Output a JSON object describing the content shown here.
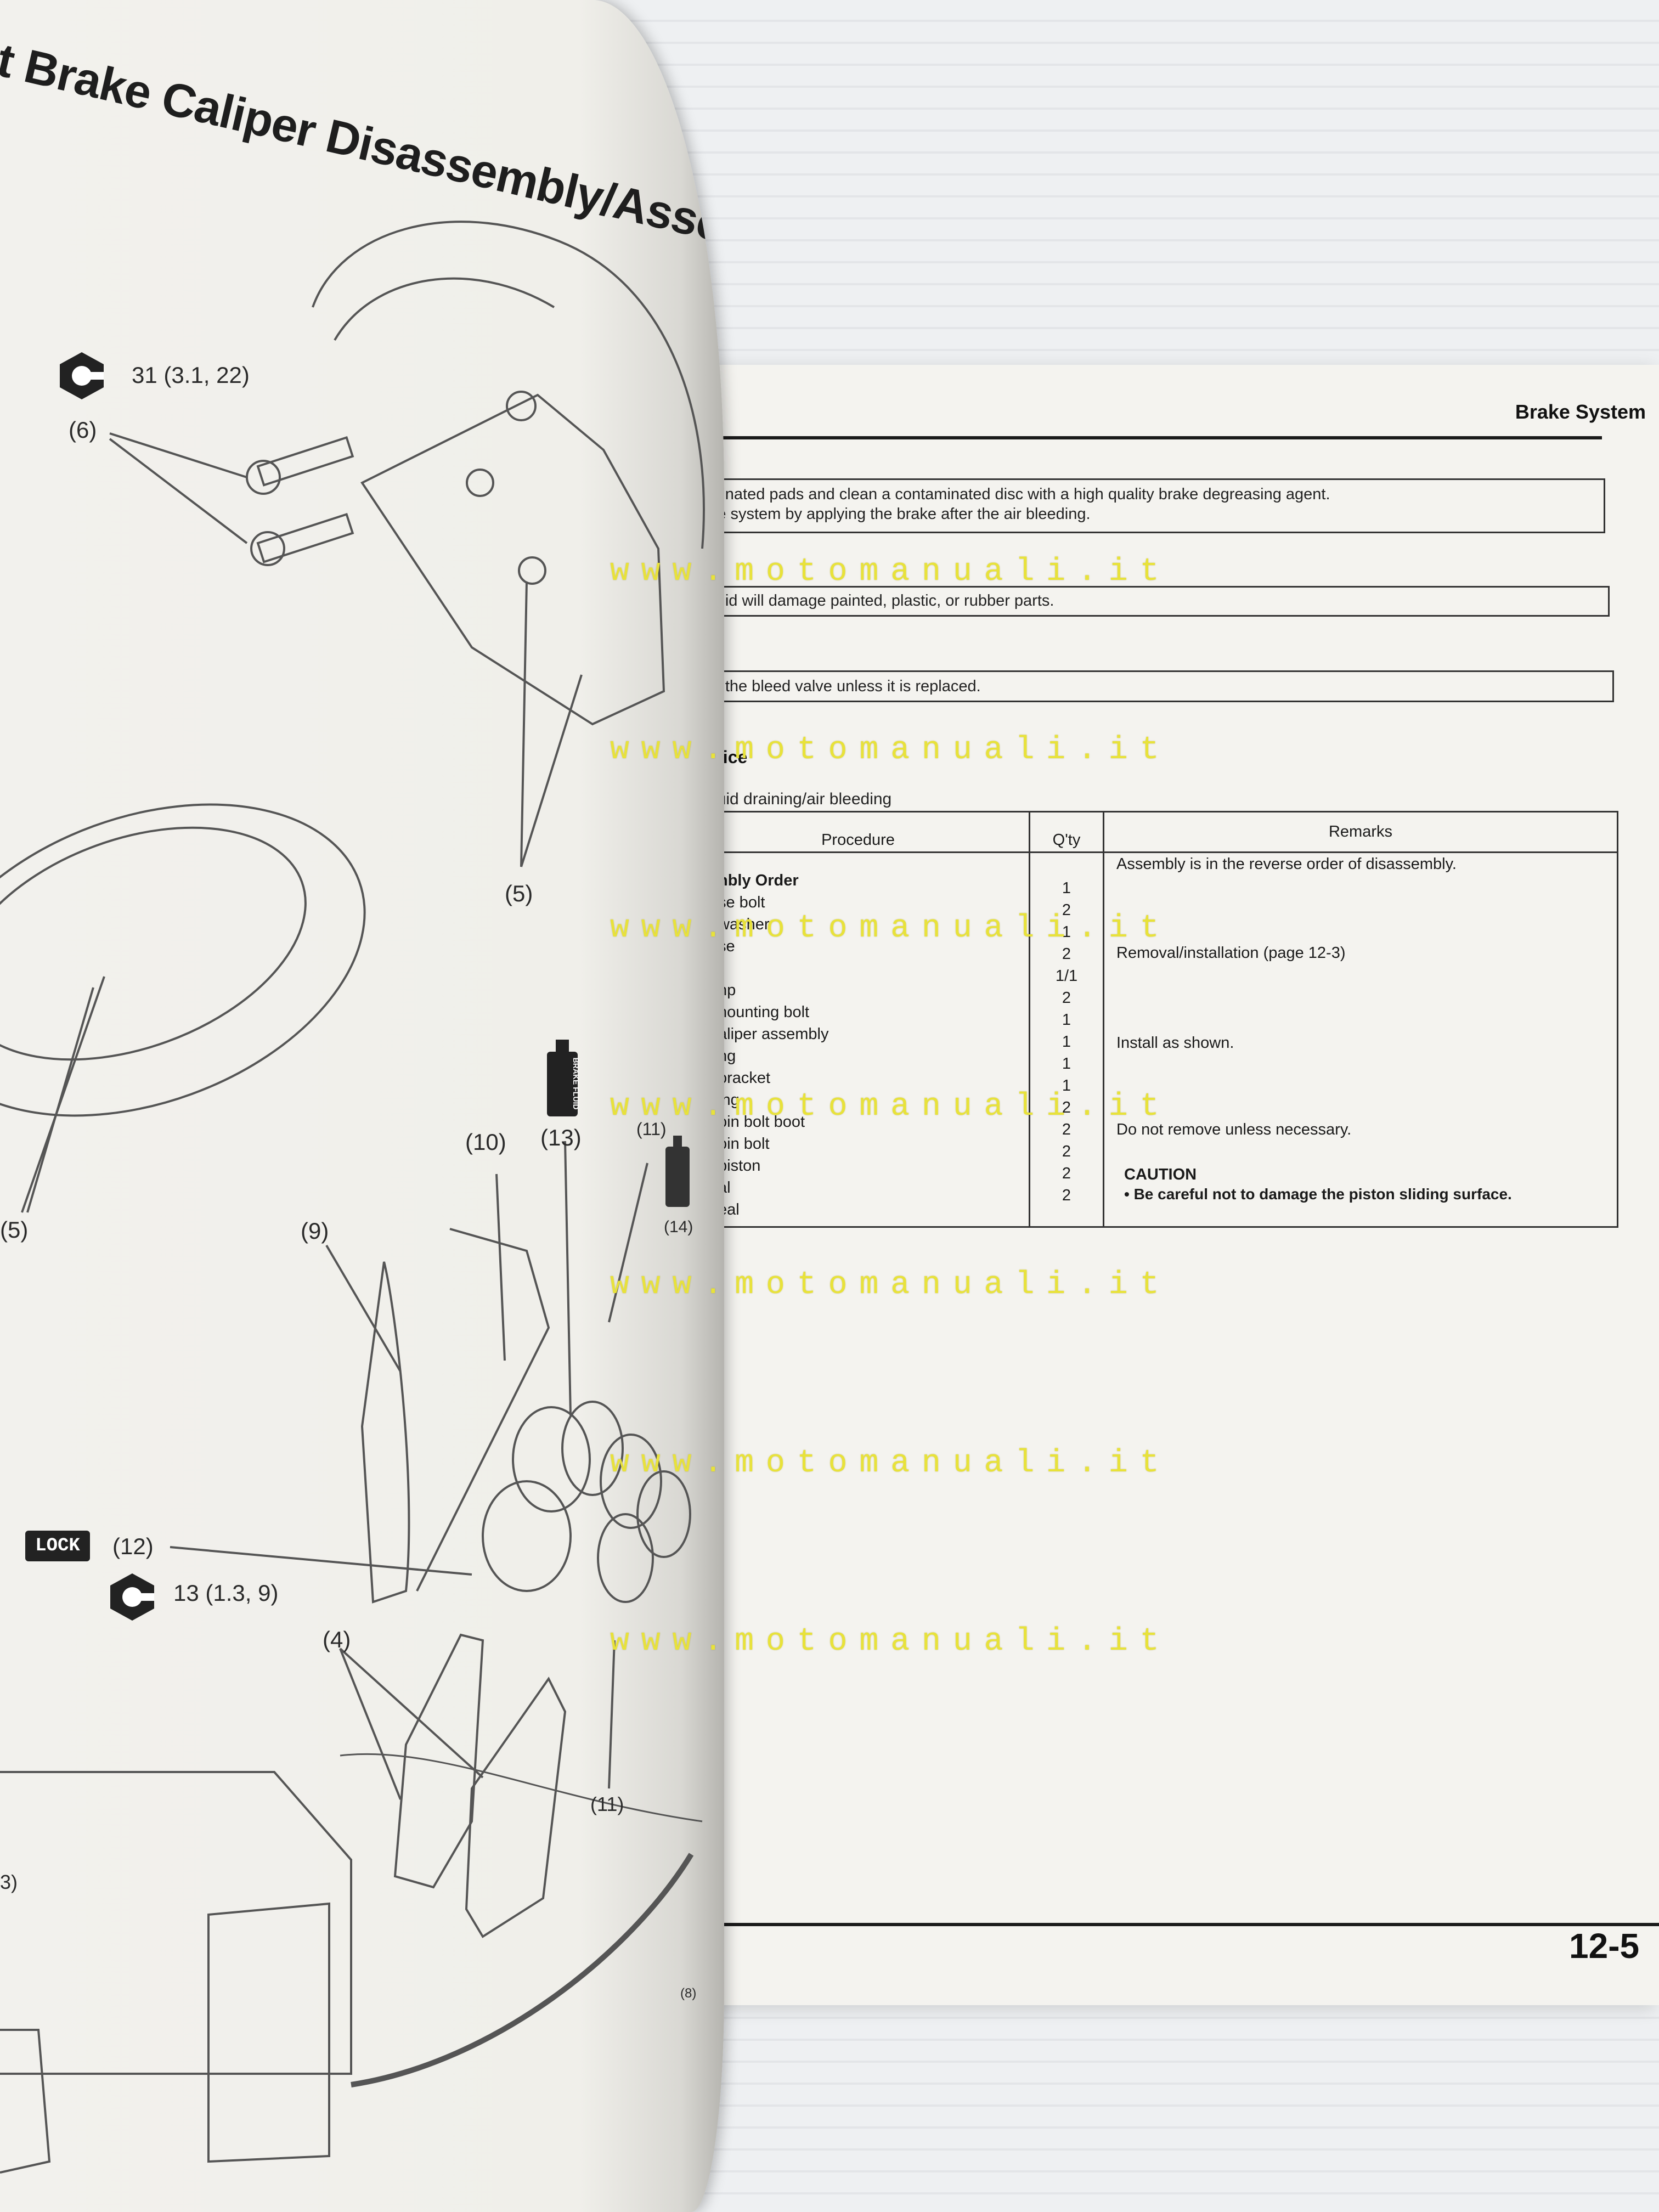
{
  "left_page": {
    "title": "t Brake Caliper Disassembly/Assembly",
    "callouts": {
      "c6": "(6)",
      "c5a": "(5)",
      "c5b": "(5)",
      "c10": "(10)",
      "c13": "(13)",
      "c11a": "(11)",
      "c14": "(14)",
      "c9": "(9)",
      "c12": "(12)",
      "c4": "(4)",
      "c11b": "(11)",
      "c3": "3)",
      "c8": "(8)"
    },
    "torque_top": "31 (3.1, 22)",
    "torque_bottom": "13 (1.3, 9)",
    "lock_label": "LOCK",
    "brake_fluid_label": "BRAKE FLUID",
    "icons": [
      "torque-wrench-icon",
      "brake-fluid-bottle-icon",
      "grease-icon",
      "lock-icon"
    ]
  },
  "right_page": {
    "section": "Brake System",
    "notes": [
      {
        "line1": "taminated pads and clean a contaminated disc with a high quality brake degreasing agent.",
        "line2": "rake system by applying the brake after the air bleeding."
      },
      {
        "line1": "e fluid will damage painted, plastic, or rubber parts."
      },
      {
        "line1": "ove the bleed valve unless it is replaced."
      }
    ],
    "service_title": "vice",
    "service_sub": "luid draining/air bleeding",
    "table": {
      "headers": {
        "procedure": "Procedure",
        "qty": "Q'ty",
        "remarks": "Remarks"
      },
      "order_label": "nbly Order",
      "procedures": [
        "se bolt",
        "washer",
        "se",
        "",
        "np",
        "nounting bolt",
        "aliper assembly",
        "ng",
        "oracket",
        "ing",
        "oin bolt boot",
        "oin bolt",
        "piston",
        "al",
        "eal"
      ],
      "quantities": [
        "1",
        "2",
        "1",
        "2",
        "1/1",
        "2",
        "1",
        "1",
        "1",
        "1",
        "2",
        "2",
        "2",
        "2",
        "2"
      ],
      "remarks": {
        "r1": "Assembly is in the reverse order of disassembly.",
        "r2": "Removal/installation (page 12-3)",
        "r3": "Install as shown.",
        "r4": "Do not remove unless necessary.",
        "caution_title": "CAUTION",
        "caution_text": "• Be careful not to damage the piston sliding surface."
      }
    },
    "page_number": "12-5"
  },
  "watermark": "www.motomanuali.it"
}
